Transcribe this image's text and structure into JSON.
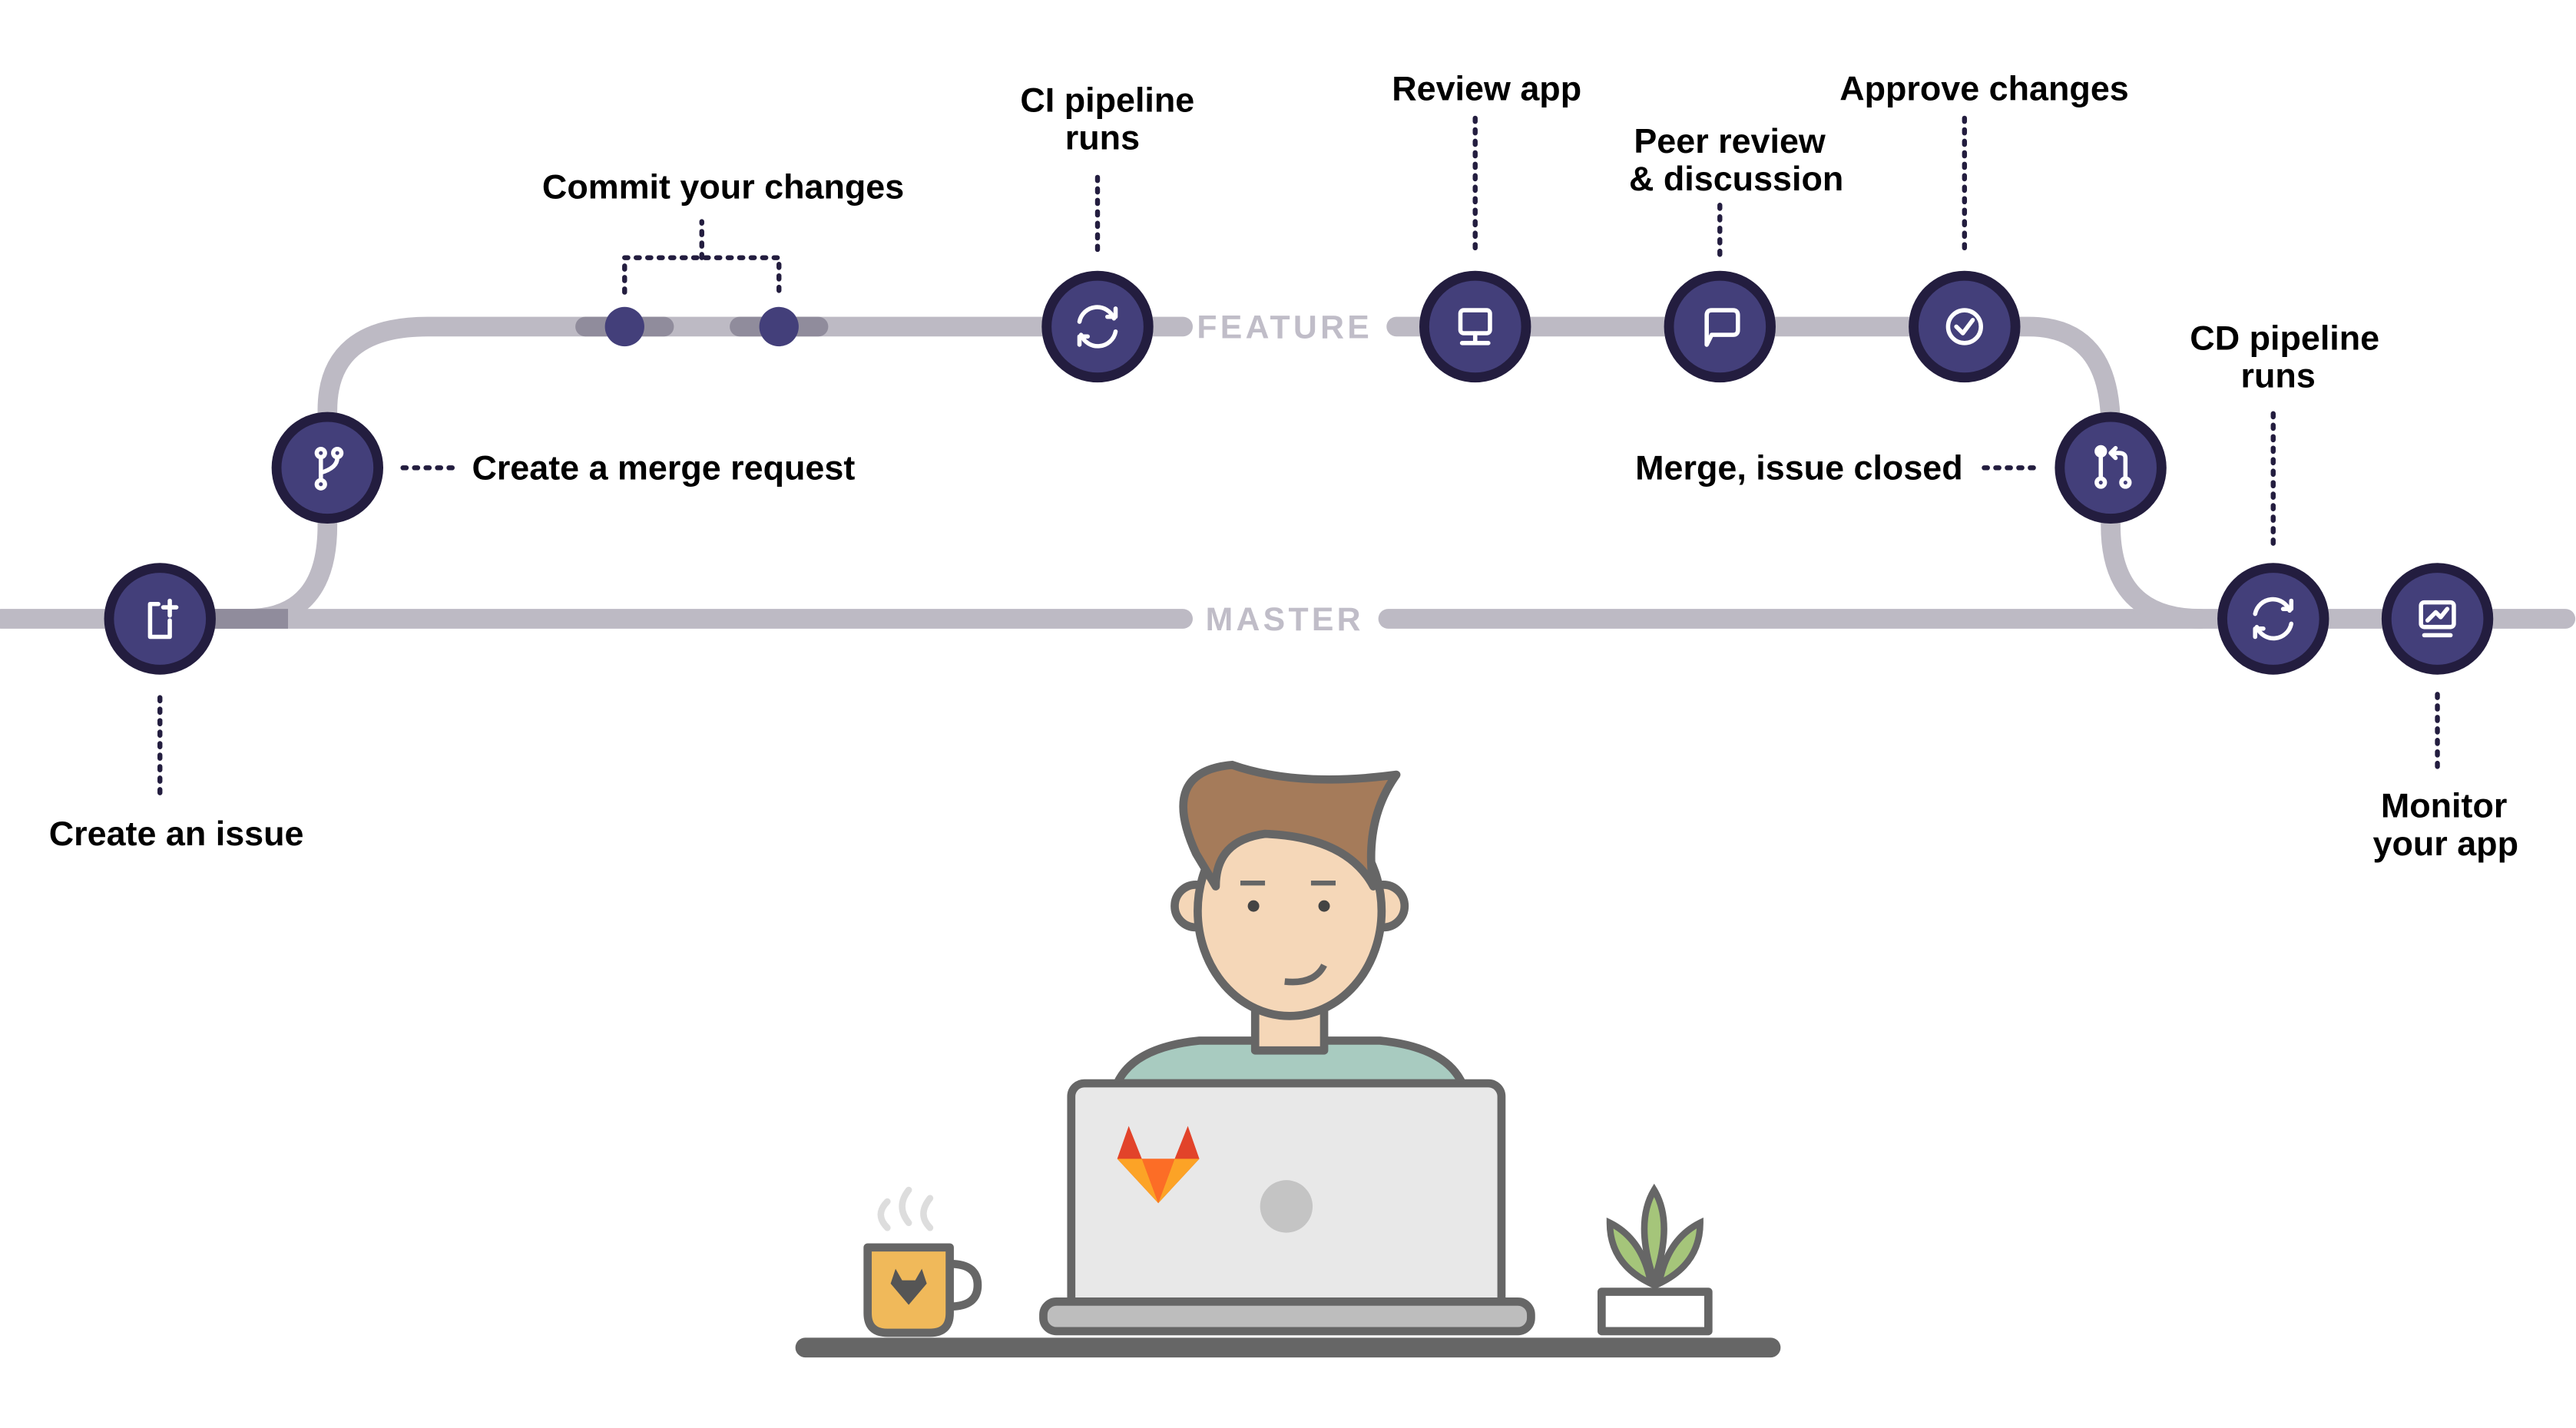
{
  "branches": {
    "feature": "FEATURE",
    "master": "MASTER"
  },
  "steps": [
    {
      "label": "Create an issue",
      "icon": "issue-new-icon"
    },
    {
      "label": "Create a merge request",
      "icon": "git-branch-icon"
    },
    {
      "label": "Commit your changes",
      "icon": "commit-dot-icon"
    },
    {
      "label_line1": "CI pipeline",
      "label_line2": "runs",
      "icon": "pipeline-sync-icon"
    },
    {
      "label": "Review app",
      "icon": "monitor-icon"
    },
    {
      "label_line1": "Peer review",
      "label_line2": "& discussion",
      "icon": "comment-icon"
    },
    {
      "label": "Approve changes",
      "icon": "check-circle-icon"
    },
    {
      "label": "Merge, issue closed",
      "icon": "merge-icon"
    },
    {
      "label_line1": "CD pipeline",
      "label_line2": "runs",
      "icon": "pipeline-sync-icon"
    },
    {
      "label_line1": "Monitor",
      "label_line2": "your app",
      "icon": "monitor-chart-icon"
    }
  ],
  "colors": {
    "node_fill": "#433f7a",
    "node_border": "#231d3f",
    "track": "#bdbac4",
    "branch_label": "#c0bdc8",
    "gitlab_orange": "#e2432a"
  }
}
